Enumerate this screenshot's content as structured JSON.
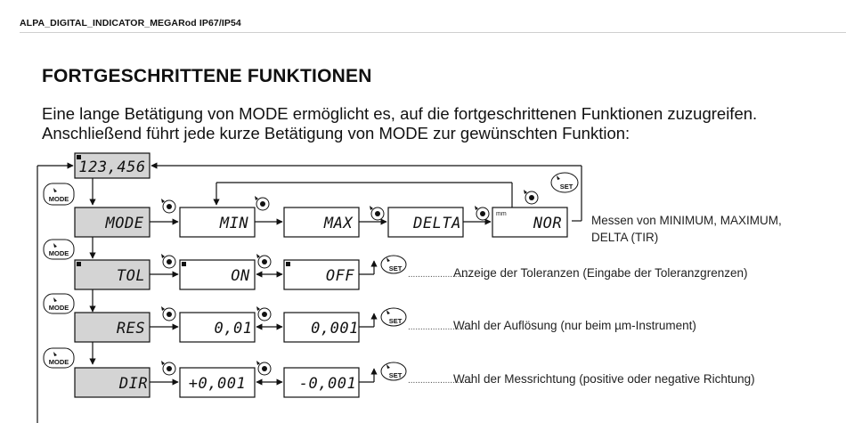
{
  "header": {
    "title": "ALPA_DIGITAL_INDICATOR_MEGARod IP67/IP54"
  },
  "section": {
    "title": "FORTGESCHRITTENE FUNKTIONEN"
  },
  "intro": {
    "line1": "Eine lange Betätigung von MODE ermöglicht es, auf die fortgeschrittenen Funktionen zuzugreifen.",
    "line2": "Anschließend führt jede kurze Betätigung von MODE zur gewünschten Funktion:"
  },
  "buttons": {
    "mode": "MODE",
    "set": "SET"
  },
  "displays": {
    "main": "123,456",
    "mode_row": [
      "MODE",
      "MIN",
      "MAX",
      "DELTA",
      "NOR"
    ],
    "tol_row": [
      "TOL",
      "ON",
      "OFF"
    ],
    "res_row": [
      "RES",
      "0,01",
      "0,001"
    ],
    "dir_row": [
      "DIR",
      "+0,001",
      "-0,001"
    ],
    "unit": "mm"
  },
  "descriptions": {
    "mode_line1": "Messen von MINIMUM, MAXIMUM,",
    "mode_line2": "DELTA (TIR)",
    "tol": "Anzeige der Toleranzen (Eingabe der Toleranzgrenzen)",
    "res": "Wahl der Auflösung (nur beim µm-Instrument)",
    "dir": "Wahl der Messrichtung (positive oder negative Richtung)"
  },
  "leader": ".........................."
}
